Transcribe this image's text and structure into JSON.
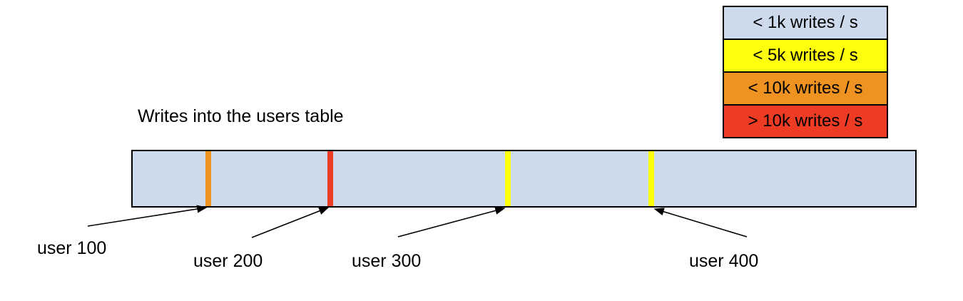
{
  "title": "Writes into the users table",
  "legend": {
    "items": [
      {
        "label": "< 1k writes / s",
        "color": "#ccdaec"
      },
      {
        "label": "< 5k writes / s",
        "color": "#ffff0d"
      },
      {
        "label": "< 10k writes / s",
        "color": "#ee9221"
      },
      {
        "label": "> 10k writes / s",
        "color": "#ee3b23"
      }
    ]
  },
  "bar": {
    "fill_color": "#ccdaec",
    "border_color": "#000000",
    "markers": [
      {
        "user": "user 100",
        "rate_category": "< 10k writes / s",
        "color": "#ee9221",
        "position_pct": 9.66
      },
      {
        "user": "user 200",
        "rate_category": "> 10k writes / s",
        "color": "#ee3b23",
        "position_pct": 25.25
      },
      {
        "user": "user 300",
        "rate_category": "< 5k writes / s",
        "color": "#ffff0d",
        "position_pct": 47.95
      },
      {
        "user": "user 400",
        "rate_category": "< 5k writes / s",
        "color": "#ffff0d",
        "position_pct": 66.27
      }
    ]
  },
  "user_labels": [
    {
      "text": "user 100"
    },
    {
      "text": "user 200"
    },
    {
      "text": "user 300"
    },
    {
      "text": "user 400"
    }
  ]
}
